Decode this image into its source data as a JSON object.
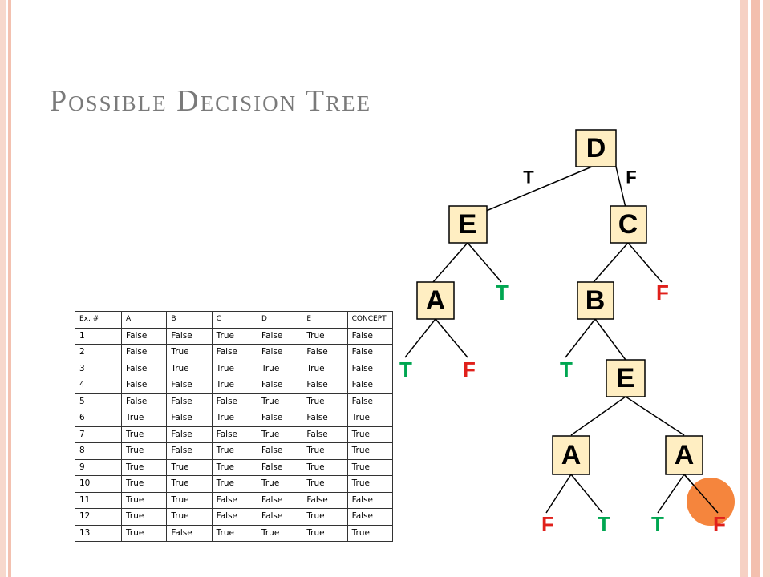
{
  "title": "Possible Decision Tree",
  "tree": {
    "nodes": [
      {
        "id": "d",
        "label": "D"
      },
      {
        "id": "e1",
        "label": "E"
      },
      {
        "id": "c",
        "label": "C"
      },
      {
        "id": "a1",
        "label": "A"
      },
      {
        "id": "b",
        "label": "B"
      },
      {
        "id": "e2",
        "label": "E"
      },
      {
        "id": "a2",
        "label": "A"
      },
      {
        "id": "a3",
        "label": "A"
      }
    ],
    "branch_labels": {
      "true": "T",
      "false": "F"
    },
    "leaves": [
      {
        "id": "leaf-e1-t",
        "label": "T",
        "color": "#00a651"
      },
      {
        "id": "leaf-c-f",
        "label": "F",
        "color": "#e0201b"
      },
      {
        "id": "leaf-a1-t",
        "label": "T",
        "color": "#00a651"
      },
      {
        "id": "leaf-a1-f",
        "label": "F",
        "color": "#e0201b"
      },
      {
        "id": "leaf-b-t",
        "label": "T",
        "color": "#00a651"
      },
      {
        "id": "leaf-a2-f",
        "label": "F",
        "color": "#e0201b"
      },
      {
        "id": "leaf-a2-t",
        "label": "T",
        "color": "#00a651"
      },
      {
        "id": "leaf-a3-t",
        "label": "T",
        "color": "#00a651"
      },
      {
        "id": "leaf-a3-f",
        "label": "F",
        "color": "#e0201b"
      }
    ],
    "highlight_color": "#f5853d"
  },
  "table": {
    "headers": [
      "Ex. #",
      "A",
      "B",
      "C",
      "D",
      "E",
      "CONCEPT"
    ],
    "rows": [
      [
        "1",
        "False",
        "False",
        "True",
        "False",
        "True",
        "False"
      ],
      [
        "2",
        "False",
        "True",
        "False",
        "False",
        "False",
        "False"
      ],
      [
        "3",
        "False",
        "True",
        "True",
        "True",
        "True",
        "False"
      ],
      [
        "4",
        "False",
        "False",
        "True",
        "False",
        "False",
        "False"
      ],
      [
        "5",
        "False",
        "False",
        "False",
        "True",
        "True",
        "False"
      ],
      [
        "6",
        "True",
        "False",
        "True",
        "False",
        "False",
        "True"
      ],
      [
        "7",
        "True",
        "False",
        "False",
        "True",
        "False",
        "True"
      ],
      [
        "8",
        "True",
        "False",
        "True",
        "False",
        "True",
        "True"
      ],
      [
        "9",
        "True",
        "True",
        "True",
        "False",
        "True",
        "True"
      ],
      [
        "10",
        "True",
        "True",
        "True",
        "True",
        "True",
        "True"
      ],
      [
        "11",
        "True",
        "True",
        "False",
        "False",
        "False",
        "False"
      ],
      [
        "12",
        "True",
        "True",
        "False",
        "False",
        "True",
        "False"
      ],
      [
        "13",
        "True",
        "False",
        "True",
        "True",
        "True",
        "True"
      ]
    ]
  }
}
